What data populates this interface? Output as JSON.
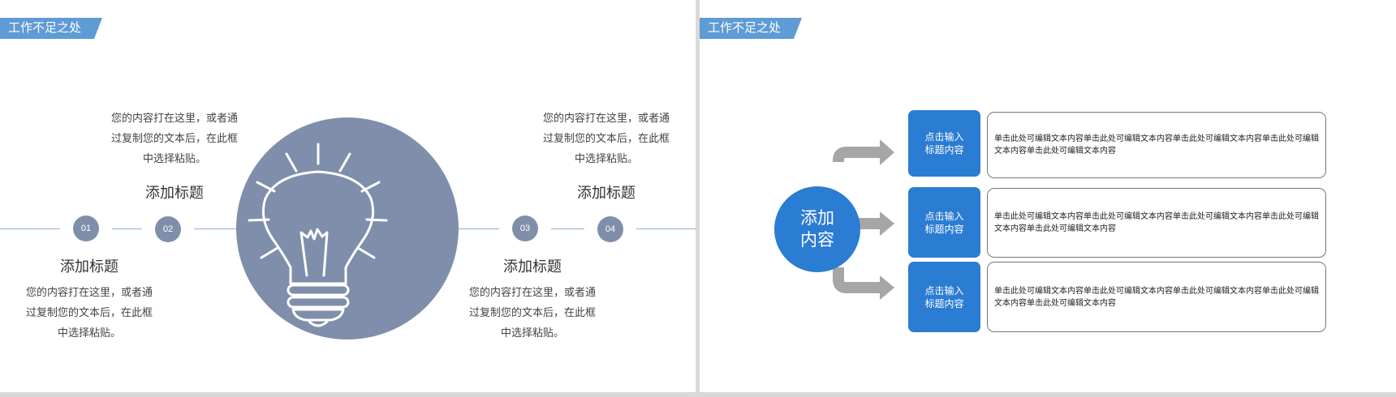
{
  "slide1": {
    "tag": "工作不足之处",
    "steps": [
      "01",
      "02",
      "03",
      "04"
    ],
    "blocks": [
      {
        "title": "添加标题",
        "text": [
          "您的内容打在这里，或者通",
          "过复制您的文本后，在此框",
          "中选择粘贴。"
        ]
      },
      {
        "title": "添加标题",
        "text": [
          "您的内容打在这里，或者通",
          "过复制您的文本后，在此框",
          "中选择粘贴。"
        ]
      },
      {
        "title": "添加标题",
        "text": [
          "您的内容打在这里，或者通",
          "过复制您的文本后，在此框",
          "中选择粘贴。"
        ]
      },
      {
        "title": "添加标题",
        "text": [
          "您的内容打在这里，或者通",
          "过复制您的文本后，在此框",
          "中选择粘贴。"
        ]
      }
    ],
    "icon": "lightbulb-icon"
  },
  "slide2": {
    "tag": "工作不足之处",
    "hub": [
      "添加",
      "内容"
    ],
    "rows": [
      {
        "label": [
          "点击输入",
          "标题内容"
        ],
        "text": "单击此处可编辑文本内容单击此处可编辑文本内容单击此处可编辑文本内容单击此处可编辑文本内容单击此处可编辑文本内容"
      },
      {
        "label": [
          "点击输入",
          "标题内容"
        ],
        "text": "单击此处可编辑文本内容单击此处可编辑文本内容单击此处可编辑文本内容单击此处可编辑文本内容单击此处可编辑文本内容"
      },
      {
        "label": [
          "点击输入",
          "标题内容"
        ],
        "text": "单击此处可编辑文本内容单击此处可编辑文本内容单击此处可编辑文本内容单击此处可编辑文本内容单击此处可编辑文本内容"
      }
    ]
  },
  "colors": {
    "accent": "#5f9bd4",
    "blue": "#2b7cd3",
    "slate": "#7f8faa",
    "arrow": "#a6a6a6"
  }
}
